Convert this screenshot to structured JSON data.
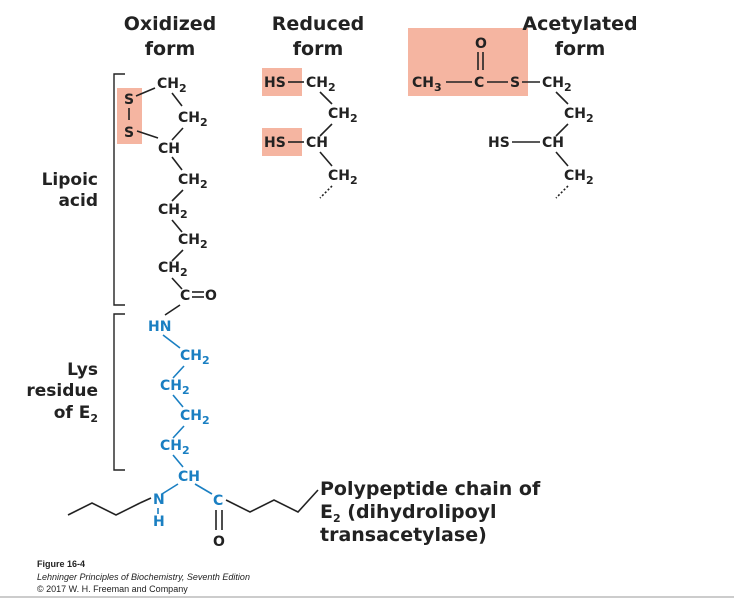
{
  "headers": {
    "oxidized_1": "Oxidized",
    "oxidized_2": "form",
    "reduced_1": "Reduced",
    "reduced_2": "form",
    "acetylated_1": "Acetylated",
    "acetylated_2": "form"
  },
  "side_labels": {
    "lipoic_1": "Lipoic",
    "lipoic_2": "acid",
    "lys_1": "Lys",
    "lys_2": "residue",
    "lys_3": "of E",
    "lys_sub": "2"
  },
  "atoms": {
    "S": "S",
    "CH2": "CH",
    "sub2": "2",
    "CH": "CH",
    "C": "C",
    "O": "O",
    "HS": "HS",
    "CH3": "CH",
    "sub3": "3",
    "HN": "HN",
    "N": "N",
    "H": "H"
  },
  "polypeptide": {
    "line1": "Polypeptide chain of",
    "line2_a": "E",
    "line2_sub": "2",
    "line2_b": " (dihydrolipoyl",
    "line3": "transacetylase)"
  },
  "footer": {
    "figure": "Figure 16-4",
    "book": "Lehninger Principles of Biochemistry, Seventh Edition",
    "copyright": "© 2017 W. H. Freeman and Company"
  },
  "colors": {
    "highlight": "#f5b5a1",
    "lys_blue": "#1a7fc2",
    "text": "#222222"
  }
}
